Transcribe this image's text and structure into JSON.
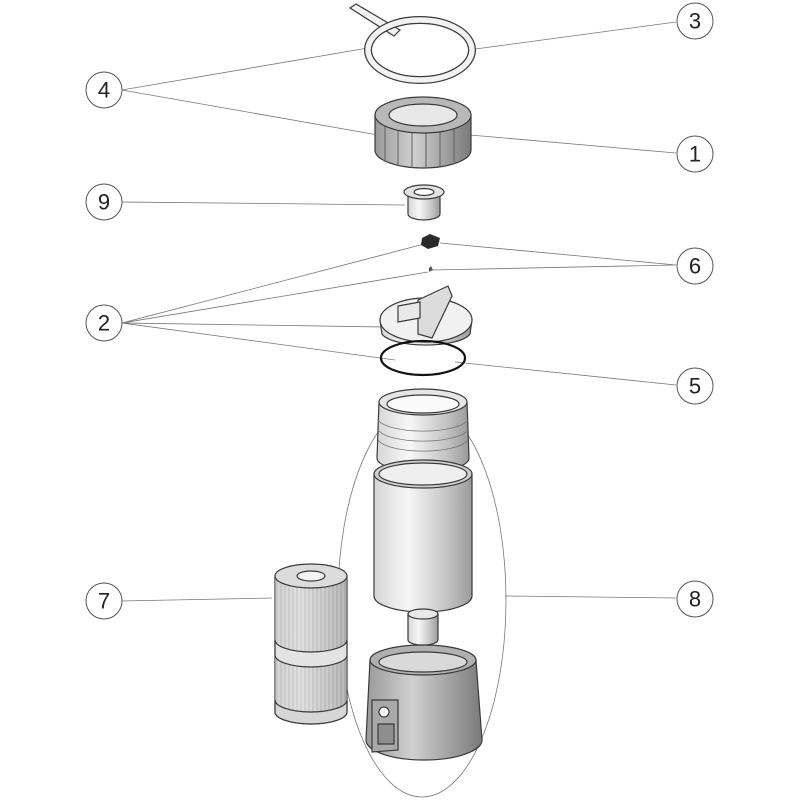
{
  "callouts": [
    {
      "id": "c1",
      "label": "1"
    },
    {
      "id": "c2",
      "label": "2"
    },
    {
      "id": "c3",
      "label": "3"
    },
    {
      "id": "c4",
      "label": "4"
    },
    {
      "id": "c5",
      "label": "5"
    },
    {
      "id": "c6",
      "label": "6"
    },
    {
      "id": "c7",
      "label": "7"
    },
    {
      "id": "c8",
      "label": "8"
    },
    {
      "id": "c9",
      "label": "9"
    }
  ],
  "colors": {
    "part_light": "#f4f4f4",
    "part_mid": "#c8c8c8",
    "part_dark": "#8f8f8f",
    "line": "#3a3a3a",
    "oring": "#111111"
  }
}
